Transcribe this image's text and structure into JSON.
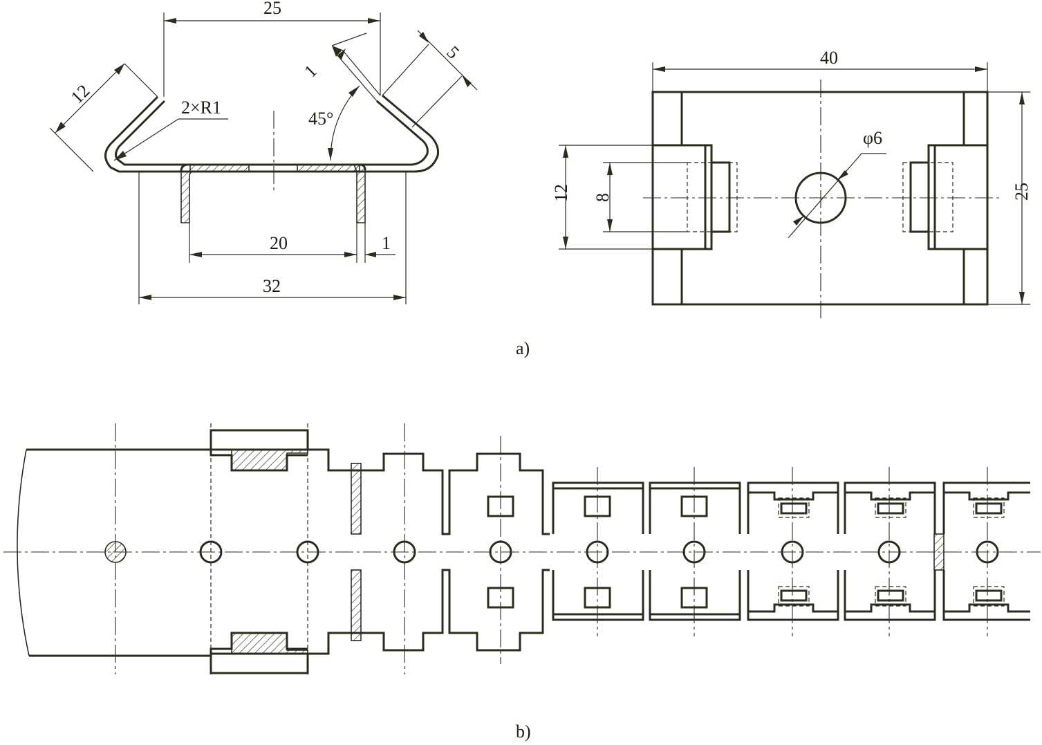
{
  "figure_a": {
    "caption": "a)",
    "side_view": {
      "dim_top_width": "25",
      "dim_flange_length": "12",
      "dim_bend_radius": "2×R1",
      "dim_thickness": "1",
      "dim_tab_width": "5",
      "dim_angle": "45°",
      "dim_inner_width": "20",
      "dim_leg_thickness": "1",
      "dim_overall_width": "32"
    },
    "plan_view": {
      "dim_length": "40",
      "dim_height": "25",
      "dim_hole": "φ6",
      "dim_slot_outer": "12",
      "dim_slot_inner": "8"
    }
  },
  "figure_b": {
    "caption": "b)",
    "station_count": 10
  }
}
